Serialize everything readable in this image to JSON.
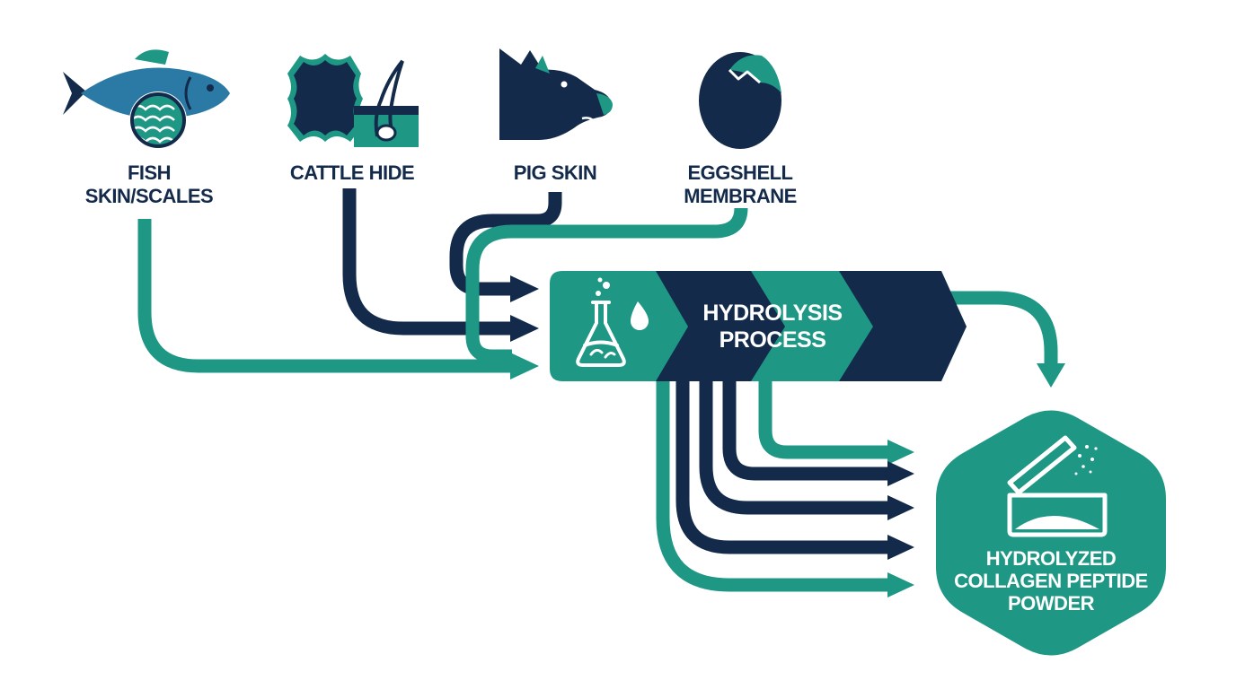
{
  "sources": [
    {
      "id": "fish",
      "lines": [
        "FISH",
        "SKIN/SCALES"
      ],
      "icon": "fish-icon"
    },
    {
      "id": "cattle",
      "lines": [
        "CATTLE HIDE"
      ],
      "icon": "cattle-hide-icon"
    },
    {
      "id": "pig",
      "lines": [
        "PIG SKIN"
      ],
      "icon": "pig-icon"
    },
    {
      "id": "egg",
      "lines": [
        "EGGSHELL",
        "MEMBRANE"
      ],
      "icon": "eggshell-icon"
    }
  ],
  "process": {
    "lines": [
      "HYDROLYSIS",
      "PROCESS"
    ],
    "icon": "flask-icon"
  },
  "output": {
    "lines": [
      "HYDROLYZED",
      "COLLAGEN PEPTIDE",
      "POWDER"
    ],
    "icon": "powder-container-icon"
  },
  "colors": {
    "navy": "#142a4a",
    "teal": "#1e9785",
    "white": "#ffffff"
  }
}
